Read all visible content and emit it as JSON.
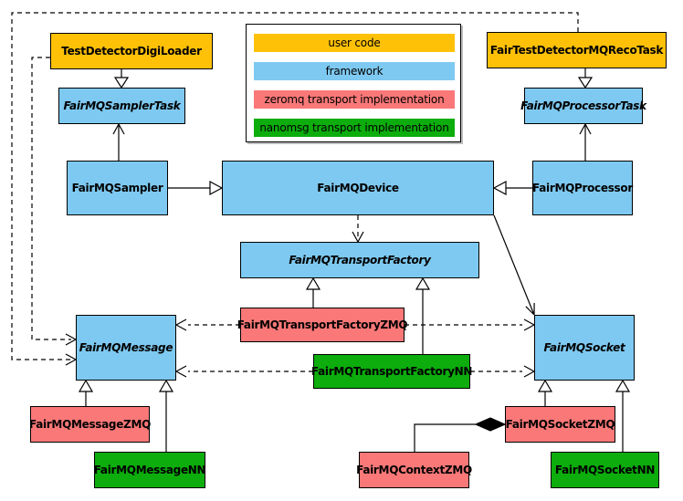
{
  "legend": {
    "items": [
      {
        "label": "user code",
        "color": "#FFC107"
      },
      {
        "label": "framework",
        "color": "#7EC9F1"
      },
      {
        "label": "zeromq transport implementation",
        "color": "#FA7878"
      },
      {
        "label": "nanomsg transport implementation",
        "color": "#0CAD0C"
      }
    ]
  },
  "colors": {
    "user_code": "#FFC107",
    "framework": "#7EC9F1",
    "zeromq_impl": "#FA7878",
    "nanomsg_impl": "#0CAD0C",
    "edge": "#000000",
    "background": "#FFFFFF"
  },
  "nodes": {
    "testDetectorDigiLoader": {
      "label": "TestDetectorDigiLoader",
      "category": "user code",
      "abstract": false
    },
    "fairTestDetectorMQRecoTask": {
      "label": "FairTestDetectorMQRecoTask",
      "category": "user code",
      "abstract": false
    },
    "fairMQSamplerTask": {
      "label": "FairMQSamplerTask",
      "category": "framework",
      "abstract": true
    },
    "fairMQProcessorTask": {
      "label": "FairMQProcessorTask",
      "category": "framework",
      "abstract": true
    },
    "fairMQSampler": {
      "label": "FairMQSampler",
      "category": "framework",
      "abstract": false
    },
    "fairMQDevice": {
      "label": "FairMQDevice",
      "category": "framework",
      "abstract": false
    },
    "fairMQProcessor": {
      "label": "FairMQProcessor",
      "category": "framework",
      "abstract": false
    },
    "fairMQTransportFactory": {
      "label": "FairMQTransportFactory",
      "category": "framework",
      "abstract": true
    },
    "fairMQTransportFactoryZMQ": {
      "label": "FairMQTransportFactoryZMQ",
      "category": "zeromq transport implementation",
      "abstract": false
    },
    "fairMQTransportFactoryNN": {
      "label": "FairMQTransportFactoryNN",
      "category": "nanomsg transport implementation",
      "abstract": false
    },
    "fairMQMessage": {
      "label": "FairMQMessage",
      "category": "framework",
      "abstract": true
    },
    "fairMQSocket": {
      "label": "FairMQSocket",
      "category": "framework",
      "abstract": true
    },
    "fairMQMessageZMQ": {
      "label": "FairMQMessageZMQ",
      "category": "zeromq transport implementation",
      "abstract": false
    },
    "fairMQMessageNN": {
      "label": "FairMQMessageNN",
      "category": "nanomsg transport implementation",
      "abstract": false
    },
    "fairMQContextZMQ": {
      "label": "FairMQContextZMQ",
      "category": "zeromq transport implementation",
      "abstract": false
    },
    "fairMQSocketZMQ": {
      "label": "FairMQSocketZMQ",
      "category": "zeromq transport implementation",
      "abstract": false
    },
    "fairMQSocketNN": {
      "label": "FairMQSocketNN",
      "category": "nanomsg transport implementation",
      "abstract": false
    }
  },
  "relations": [
    {
      "from": "TestDetectorDigiLoader",
      "to": "FairMQSamplerTask",
      "type": "inheritance",
      "line": "solid"
    },
    {
      "from": "FairTestDetectorMQRecoTask",
      "to": "FairMQProcessorTask",
      "type": "inheritance",
      "line": "solid"
    },
    {
      "from": "FairMQSampler",
      "to": "FairMQSamplerTask",
      "type": "association-arrow",
      "line": "solid"
    },
    {
      "from": "FairMQProcessor",
      "to": "FairMQProcessorTask",
      "type": "association-arrow",
      "line": "solid"
    },
    {
      "from": "FairMQSampler",
      "to": "FairMQDevice",
      "type": "inheritance",
      "line": "solid"
    },
    {
      "from": "FairMQProcessor",
      "to": "FairMQDevice",
      "type": "inheritance",
      "line": "solid"
    },
    {
      "from": "FairMQDevice",
      "to": "FairMQTransportFactory",
      "type": "dependency-arrow",
      "line": "dashed"
    },
    {
      "from": "FairMQDevice",
      "to": "FairMQSocket",
      "type": "association-arrow",
      "line": "solid"
    },
    {
      "from": "FairMQTransportFactoryZMQ",
      "to": "FairMQTransportFactory",
      "type": "inheritance",
      "line": "solid"
    },
    {
      "from": "FairMQTransportFactoryNN",
      "to": "FairMQTransportFactory",
      "type": "inheritance",
      "line": "solid"
    },
    {
      "from": "FairMQTransportFactoryZMQ",
      "to": "FairMQMessage",
      "type": "dependency-arrow",
      "line": "dashed"
    },
    {
      "from": "FairMQTransportFactoryZMQ",
      "to": "FairMQSocket",
      "type": "dependency-arrow",
      "line": "dashed"
    },
    {
      "from": "FairMQTransportFactoryNN",
      "to": "FairMQMessage",
      "type": "dependency-arrow",
      "line": "dashed"
    },
    {
      "from": "FairMQTransportFactoryNN",
      "to": "FairMQSocket",
      "type": "dependency-arrow",
      "line": "dashed"
    },
    {
      "from": "FairMQMessageZMQ",
      "to": "FairMQMessage",
      "type": "inheritance",
      "line": "solid"
    },
    {
      "from": "FairMQMessageNN",
      "to": "FairMQMessage",
      "type": "inheritance",
      "line": "solid"
    },
    {
      "from": "FairMQSocketZMQ",
      "to": "FairMQSocket",
      "type": "inheritance",
      "line": "solid"
    },
    {
      "from": "FairMQSocketNN",
      "to": "FairMQSocket",
      "type": "inheritance",
      "line": "solid"
    },
    {
      "from": "FairMQContextZMQ",
      "to": "FairMQSocketZMQ",
      "type": "composition-diamond",
      "line": "solid"
    },
    {
      "from": "TestDetectorDigiLoader",
      "to": "FairMQMessage",
      "type": "dependency-arrow",
      "line": "dashed"
    },
    {
      "from": "FairTestDetectorMQRecoTask",
      "to": "FairMQMessage",
      "type": "dependency-arrow",
      "line": "dashed"
    }
  ]
}
